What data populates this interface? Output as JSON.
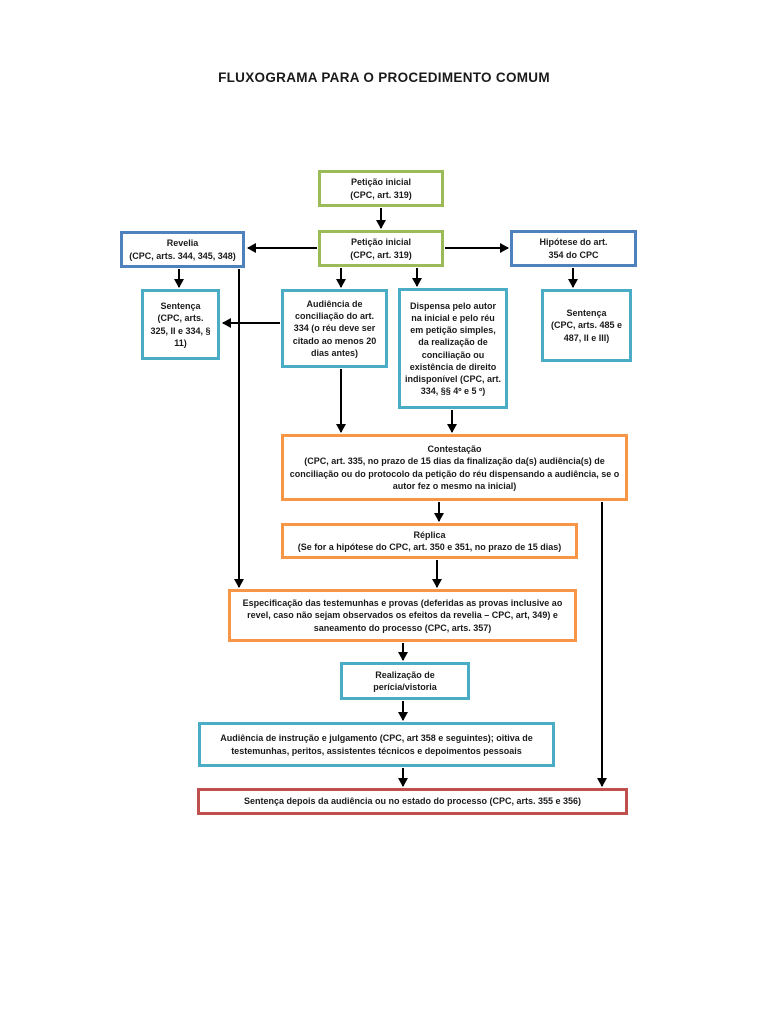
{
  "title": "FLUXOGRAMA PARA O PROCEDIMENTO COMUM",
  "colors": {
    "green_border": "#9BBB59",
    "blue_border": "#4F81BD",
    "teal_border": "#4BACC6",
    "orange_border": "#F79646",
    "red_border": "#C0504D",
    "arrow": "#000000",
    "background": "#FFFFFF"
  },
  "nodes": {
    "peticao_top": {
      "name": "Petição inicial",
      "detail": "(CPC, art. 319)"
    },
    "peticao_main": {
      "name": "Petição inicial",
      "detail": "(CPC, art. 319)"
    },
    "revelia": {
      "name": "Revelia",
      "detail": "(CPC, arts. 344, 345, 348)"
    },
    "hipotese": {
      "name": "Hipótese do art.",
      "detail": "354 do CPC"
    },
    "sentenca_revelia": {
      "name": "Sentença",
      "detail": "(CPC, arts. 325, II e 334, § 11)"
    },
    "audiencia_conciliacao": {
      "text": "Audiência de conciliação do art. 334 (o réu deve ser citado ao menos 20 dias antes)"
    },
    "dispensa": {
      "text": "Dispensa pelo autor na inicial e pelo réu em petição simples, da realização de conciliação ou existência de direito indisponível (CPC, art. 334, §§ 4º e 5 º)"
    },
    "sentenca_485": {
      "name": "Sentença",
      "detail": "(CPC, arts. 485 e 487, II e III)"
    },
    "contestacao": {
      "name": "Contestação",
      "detail": "(CPC, art. 335, no prazo de 15 dias da finalização da(s) audiência(s) de conciliação ou do protocolo da petição do réu dispensando a audiência, se o autor fez o mesmo na inicial)"
    },
    "replica": {
      "name": "Réplica",
      "detail": "(Se for a hipótese do CPC, art. 350 e 351, no prazo de 15 dias)"
    },
    "especificacao": {
      "text": "Especificação das testemunhas e provas (deferidas as provas inclusive ao revel, caso não sejam observados os efeitos da revelia – CPC, art, 349) e saneamento do processo (CPC, arts. 357)"
    },
    "pericia": {
      "text": "Realização de perícia/vistoria"
    },
    "instrucao": {
      "text": "Audiência de instrução e julgamento (CPC, art 358 e seguintes); oitiva de testemunhas, peritos, assistentes técnicos e depoimentos pessoais"
    },
    "sentenca_final": {
      "text": "Sentença depois da audiência ou no estado do processo (CPC, arts. 355 e 356)"
    }
  },
  "edges": [
    {
      "from": "peticao_top",
      "to": "peticao_main"
    },
    {
      "from": "peticao_main",
      "to": "revelia"
    },
    {
      "from": "peticao_main",
      "to": "hipotese"
    },
    {
      "from": "peticao_main",
      "to": "audiencia_conciliacao"
    },
    {
      "from": "peticao_main",
      "to": "dispensa"
    },
    {
      "from": "revelia",
      "to": "sentenca_revelia"
    },
    {
      "from": "revelia",
      "to": "especificacao"
    },
    {
      "from": "hipotese",
      "to": "sentenca_485"
    },
    {
      "from": "audiencia_conciliacao",
      "to": "sentenca_revelia"
    },
    {
      "from": "audiencia_conciliacao",
      "to": "contestacao"
    },
    {
      "from": "dispensa",
      "to": "contestacao"
    },
    {
      "from": "contestacao",
      "to": "replica"
    },
    {
      "from": "contestacao",
      "to": "sentenca_final"
    },
    {
      "from": "replica",
      "to": "especificacao"
    },
    {
      "from": "especificacao",
      "to": "pericia"
    },
    {
      "from": "pericia",
      "to": "instrucao"
    },
    {
      "from": "instrucao",
      "to": "sentenca_final"
    }
  ]
}
